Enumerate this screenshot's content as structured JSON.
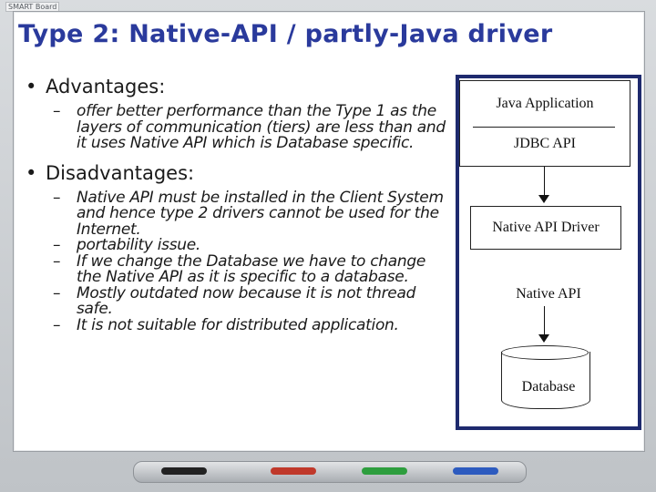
{
  "board": {
    "brand": "SMART Board"
  },
  "slide": {
    "title": "Type 2: Native-API / partly-Java driver",
    "sections": [
      {
        "heading": "Advantages:",
        "items": [
          "offer better performance than the Type 1 as the layers of communication (tiers) are less than and it uses Native API which is Database specific."
        ]
      },
      {
        "heading": "Disadvantages:",
        "items": [
          "Native API must be installed in the Client System and hence type 2 drivers cannot be used for the Internet.",
          "portability issue.",
          "If we change the Database we have to change the Native API as it is specific to a database.",
          "Mostly outdated now because it is not thread safe.",
          "It is not suitable for distributed application."
        ]
      }
    ]
  },
  "diagram": {
    "java_application": "Java Application",
    "jdbc_api": "JDBC API",
    "native_api_driver": "Native API Driver",
    "native_api": "Native API",
    "database": "Database"
  },
  "tray": {
    "marker_colors": [
      "#222222",
      "#c0392b",
      "#2e9e3e",
      "#2d5bbf"
    ]
  }
}
